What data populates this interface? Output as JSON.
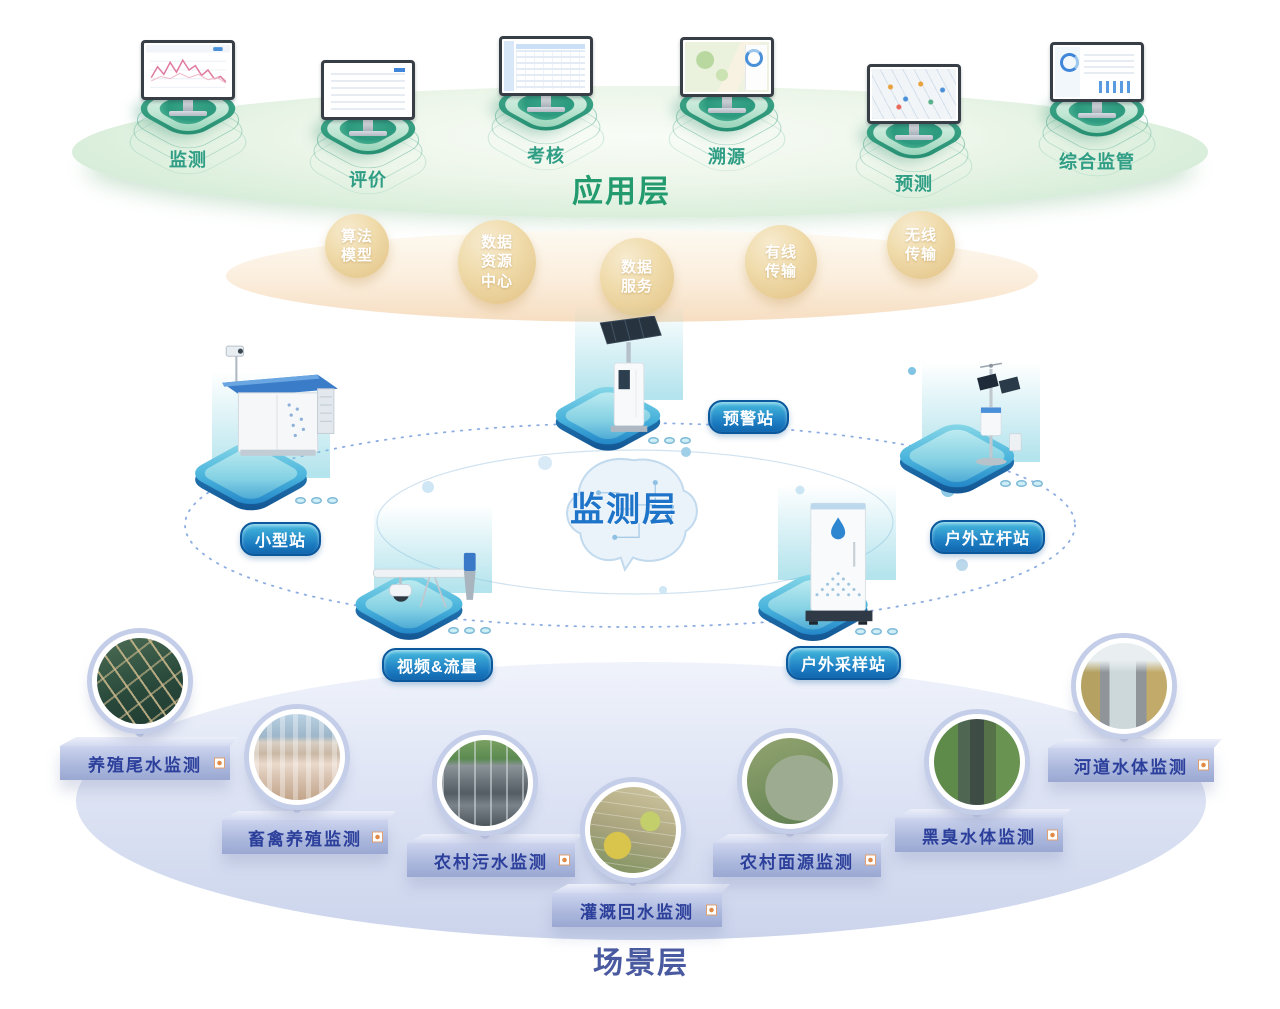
{
  "application_layer": {
    "title": "应用层",
    "apps": [
      {
        "label": "监测",
        "screen": "line-chart-screen"
      },
      {
        "label": "评价",
        "screen": "data-table-screen"
      },
      {
        "label": "考核",
        "screen": "assessment-grid-screen"
      },
      {
        "label": "溯源",
        "screen": "trace-map-screen"
      },
      {
        "label": "预测",
        "screen": "forecast-map-screen"
      },
      {
        "label": "综合监管",
        "screen": "dashboard-screen"
      }
    ]
  },
  "middleware_band": {
    "items": [
      {
        "label": "算法模型",
        "lines": [
          "算法",
          "模型"
        ]
      },
      {
        "label": "数据资源中心",
        "lines": [
          "数据",
          "资源",
          "中心"
        ]
      },
      {
        "label": "数据服务",
        "lines": [
          "数据",
          "服务"
        ]
      },
      {
        "label": "有线传输",
        "lines": [
          "有线",
          "传输"
        ]
      },
      {
        "label": "无线传输",
        "lines": [
          "无线",
          "传输"
        ]
      }
    ]
  },
  "monitoring_layer": {
    "title": "监测层",
    "stations": [
      {
        "label": "小型站",
        "icon": "small-station-illustration"
      },
      {
        "label": "预警站",
        "icon": "warning-station-illustration"
      },
      {
        "label": "户外立杆站",
        "icon": "pole-station-illustration"
      },
      {
        "label": "视频&流量",
        "icon": "video-flow-illustration"
      },
      {
        "label": "户外采样站",
        "icon": "sampling-station-illustration"
      }
    ]
  },
  "scenario_layer": {
    "title": "场景层",
    "scenes": [
      {
        "label": "养殖尾水监测",
        "photo": "aquaculture-ponds-photo"
      },
      {
        "label": "畜禽养殖监测",
        "photo": "livestock-barn-photo"
      },
      {
        "label": "农村污水监测",
        "photo": "sewage-plant-photo"
      },
      {
        "label": "灌溉回水监测",
        "photo": "irrigation-fields-photo"
      },
      {
        "label": "农村面源监测",
        "photo": "village-pond-photo"
      },
      {
        "label": "黑臭水体监测",
        "photo": "black-odor-river-photo"
      },
      {
        "label": "河道水体监测",
        "photo": "river-channel-photo"
      }
    ]
  },
  "colors": {
    "app_green": "#2E9E7E",
    "band_tan": "#EBCF9C",
    "platform_blue": "#2D9AD4",
    "badge_blue": "#1374BD",
    "monitoring_title_blue": "#1E74C8",
    "scene_text_blue": "#2B3F9B",
    "scene_title_blue": "#4A5AA0"
  }
}
